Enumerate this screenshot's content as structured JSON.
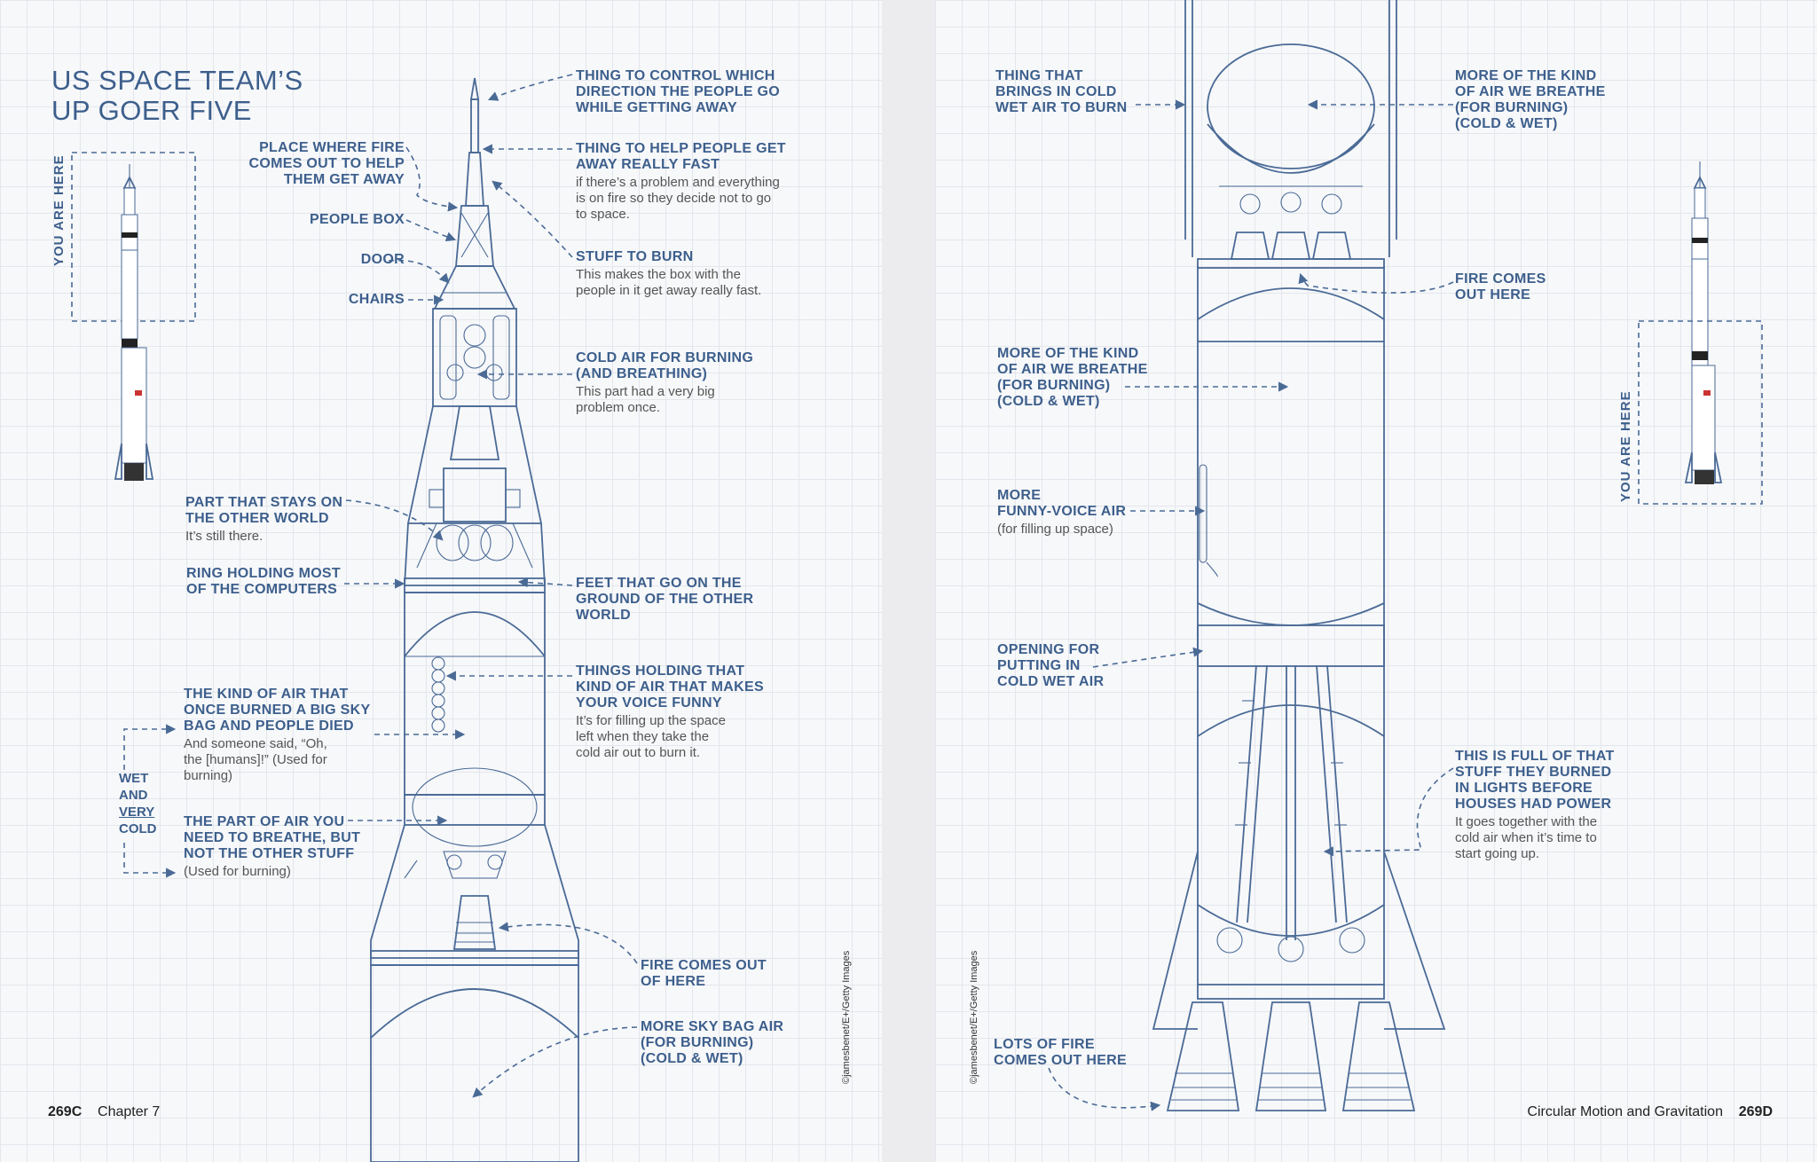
{
  "left": {
    "title": [
      "US SPACE TEAM’S",
      "UP GOER FIVE"
    ],
    "you_are_here": "YOU ARE HERE",
    "labels": {
      "control": {
        "head": [
          "THING TO CONTROL WHICH",
          "DIRECTION THE PEOPLE GO",
          "WHILE GETTING AWAY"
        ],
        "note": []
      },
      "fire_place": {
        "head": [
          "PLACE WHERE FIRE",
          "COMES OUT TO HELP",
          "THEM GET AWAY"
        ],
        "note": []
      },
      "get_away": {
        "head": [
          "THING TO HELP PEOPLE GET",
          "AWAY REALLY FAST"
        ],
        "note": [
          "if there’s a problem and everything",
          "is on fire so they decide not to go",
          "to space."
        ]
      },
      "people_box": {
        "head": [
          "PEOPLE BOX"
        ],
        "note": []
      },
      "door": {
        "head": [
          "DOOR"
        ],
        "note": []
      },
      "chairs": {
        "head": [
          "CHAIRS"
        ],
        "note": []
      },
      "stuff_burn": {
        "head": [
          "STUFF TO BURN"
        ],
        "note": [
          "This makes the box with the",
          "people in it get away really fast."
        ]
      },
      "cold_air": {
        "head": [
          "COLD AIR FOR BURNING",
          "(AND BREATHING)"
        ],
        "note": [
          "This part had a very big",
          "problem once."
        ]
      },
      "stays": {
        "head": [
          "PART THAT STAYS ON",
          "THE OTHER WORLD"
        ],
        "note": [
          "It’s still there."
        ]
      },
      "ring": {
        "head": [
          "RING HOLDING MOST",
          "OF THE COMPUTERS"
        ],
        "note": []
      },
      "feet": {
        "head": [
          "FEET THAT GO ON THE",
          "GROUND OF THE OTHER",
          "WORLD"
        ],
        "note": []
      },
      "holding": {
        "head": [
          "THINGS HOLDING THAT",
          "KIND OF AIR THAT MAKES",
          "YOUR VOICE FUNNY"
        ],
        "note": [
          "It’s for filling up the space",
          "left when they take the",
          "cold air out to burn it."
        ]
      },
      "sky_bag": {
        "head": [
          "THE KIND OF AIR THAT",
          "ONCE BURNED A BIG SKY",
          "BAG AND PEOPLE DIED"
        ],
        "note": [
          "And someone said, “Oh,",
          "the [humans]!” (Used for",
          "burning)"
        ]
      },
      "breathe": {
        "head": [
          "THE PART OF AIR YOU",
          "NEED TO BREATHE, BUT",
          "NOT THE OTHER STUFF"
        ],
        "note": [
          "(Used for burning)"
        ]
      },
      "fire_out": {
        "head": [
          "FIRE COMES OUT",
          "OF HERE"
        ],
        "note": []
      },
      "more_sky": {
        "head": [
          "MORE SKY BAG AIR",
          "(FOR BURNING)",
          "(COLD & WET)"
        ],
        "note": []
      }
    },
    "wet": [
      "WET",
      "AND",
      "VERY",
      "COLD"
    ],
    "credit": "©jamesbenet/E+/Getty Images",
    "footer": {
      "page": "269C",
      "chapter": "Chapter 7"
    }
  },
  "right": {
    "you_are_here": "YOU ARE HERE",
    "labels": {
      "cold_wet": {
        "head": [
          "THING THAT",
          "BRINGS IN COLD",
          "WET AIR TO BURN"
        ],
        "note": []
      },
      "air_breathe_top": {
        "head": [
          "MORE OF THE KIND",
          "OF AIR WE BREATHE",
          "(FOR BURNING)",
          "(COLD & WET)"
        ],
        "note": []
      },
      "fire_here": {
        "head": [
          "FIRE COMES",
          "OUT HERE"
        ],
        "note": []
      },
      "air_breathe_mid": {
        "head": [
          "MORE OF THE KIND",
          "OF AIR WE BREATHE",
          "(FOR BURNING)",
          "(COLD & WET)"
        ],
        "note": []
      },
      "funny_voice": {
        "head": [
          "MORE",
          "FUNNY-VOICE AIR"
        ],
        "note": [
          "(for filling up space)"
        ]
      },
      "opening": {
        "head": [
          "OPENING FOR",
          "PUTTING IN",
          "COLD WET AIR"
        ],
        "note": []
      },
      "full_of": {
        "head": [
          "THIS IS FULL OF THAT",
          "STUFF THEY BURNED",
          "IN LIGHTS BEFORE",
          "HOUSES HAD POWER"
        ],
        "note": [
          "It goes together with the",
          "cold air when it’s time to",
          "start going up."
        ]
      },
      "lots_fire": {
        "head": [
          "LOTS OF FIRE",
          "COMES OUT HERE"
        ],
        "note": []
      }
    },
    "credit": "©jamesbenet/E+/Getty Images",
    "footer": {
      "page": "269D",
      "chapter": "Circular Motion and Gravitation"
    }
  }
}
